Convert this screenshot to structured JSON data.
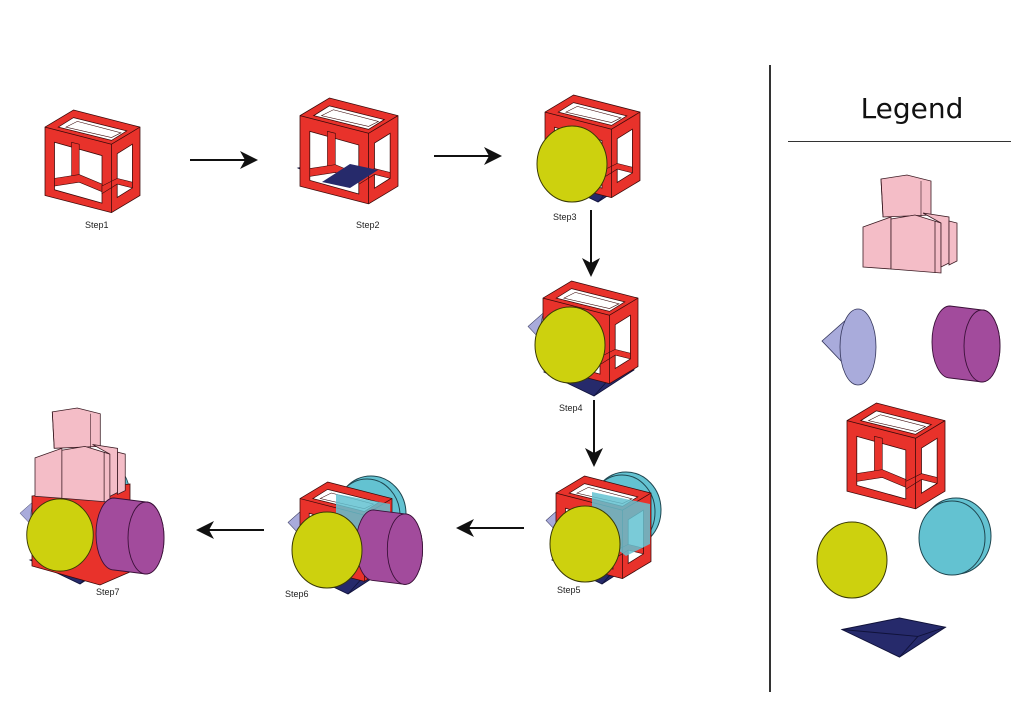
{
  "diagram": {
    "steps": [
      {
        "label": "Step1",
        "components": [
          "frame-cube"
        ]
      },
      {
        "label": "Step2",
        "components": [
          "frame-cube",
          "navy-wedge"
        ]
      },
      {
        "label": "Step3",
        "components": [
          "frame-cube",
          "navy-wedge",
          "yellow-disc"
        ]
      },
      {
        "label": "Step4",
        "components": [
          "frame-cube",
          "navy-wedge",
          "yellow-disc",
          "lavender-cone"
        ]
      },
      {
        "label": "Step5",
        "components": [
          "frame-cube",
          "navy-wedge",
          "yellow-disc",
          "lavender-cone",
          "cyan-disc"
        ]
      },
      {
        "label": "Step6",
        "components": [
          "frame-cube",
          "navy-wedge",
          "yellow-disc",
          "lavender-cone",
          "cyan-disc",
          "purple-cylinder"
        ]
      },
      {
        "label": "Step7",
        "components": [
          "frame-cube",
          "navy-wedge",
          "yellow-disc",
          "lavender-cone",
          "cyan-disc",
          "purple-cylinder",
          "pink-blocks"
        ]
      }
    ],
    "arrows": [
      {
        "from": "Step1",
        "to": "Step2",
        "direction": "right"
      },
      {
        "from": "Step2",
        "to": "Step3",
        "direction": "right"
      },
      {
        "from": "Step3",
        "to": "Step4",
        "direction": "down"
      },
      {
        "from": "Step4",
        "to": "Step5",
        "direction": "down"
      },
      {
        "from": "Step5",
        "to": "Step6",
        "direction": "left"
      },
      {
        "from": "Step6",
        "to": "Step7",
        "direction": "left"
      }
    ]
  },
  "legend": {
    "title": "Legend",
    "items": [
      {
        "shape": "pink-blocks",
        "color": "#F4BDC7"
      },
      {
        "shape": "lavender-cone",
        "color": "#A9ABDB"
      },
      {
        "shape": "purple-cylinder",
        "color": "#A24B9C"
      },
      {
        "shape": "frame-cube",
        "color": "#E8322B"
      },
      {
        "shape": "yellow-disc",
        "color": "#CDD10E"
      },
      {
        "shape": "cyan-disc",
        "color": "#63C2D1"
      },
      {
        "shape": "navy-wedge",
        "color": "#262A6B"
      }
    ]
  },
  "colors": {
    "red": "#E8322B",
    "red_dark": "#C9241E",
    "navy": "#262A6B",
    "yellow": "#CDD10E",
    "cyan": "#63C2D1",
    "lavender": "#A9ABDB",
    "purple": "#A24B9C",
    "pink": "#F4BDC7",
    "outline": "#2a1a1a"
  }
}
